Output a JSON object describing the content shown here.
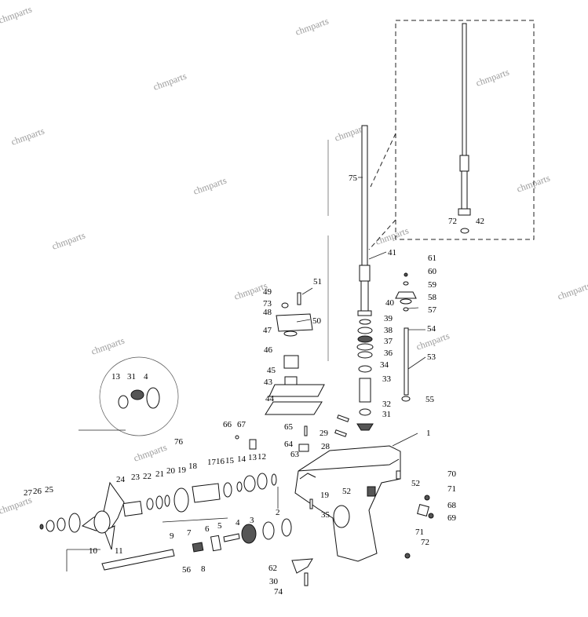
{
  "watermark": "chmparts",
  "callouts": {
    "c1": "1",
    "c2": "2",
    "c3": "3",
    "c4": "4",
    "c4b": "4",
    "c5": "5",
    "c6": "6",
    "c7": "7",
    "c8": "8",
    "c9": "9",
    "c10": "10",
    "c11": "11",
    "c12": "12",
    "c13": "13",
    "c13b": "13",
    "c14": "14",
    "c15": "15",
    "c16": "16",
    "c17": "17",
    "c18": "18",
    "c19": "19",
    "c19b": "19",
    "c20": "20",
    "c21": "21",
    "c22": "22",
    "c23": "23",
    "c24": "24",
    "c25": "25",
    "c26": "26",
    "c27": "27",
    "c28": "28",
    "c29": "29",
    "c30": "30",
    "c31": "31",
    "c31b": "31",
    "c32": "32",
    "c33": "33",
    "c34": "34",
    "c35": "35",
    "c36": "36",
    "c37": "37",
    "c38": "38",
    "c39": "39",
    "c40": "40",
    "c41": "41",
    "c42": "42",
    "c43": "43",
    "c44": "44",
    "c45": "45",
    "c46": "46",
    "c47": "47",
    "c48": "48",
    "c49": "49",
    "c50": "50",
    "c51": "51",
    "c52": "52",
    "c52b": "52",
    "c53": "53",
    "c54": "54",
    "c55": "55",
    "c56": "56",
    "c57": "57",
    "c58": "58",
    "c59": "59",
    "c60": "60",
    "c61": "61",
    "c62": "62",
    "c63": "63",
    "c64": "64",
    "c65": "65",
    "c66": "66",
    "c67": "67",
    "c68": "68",
    "c69": "69",
    "c70": "70",
    "c71": "71",
    "c71b": "71",
    "c72": "72",
    "c72b": "72",
    "c73": "73",
    "c74": "74",
    "c75": "75",
    "c76": "76"
  }
}
